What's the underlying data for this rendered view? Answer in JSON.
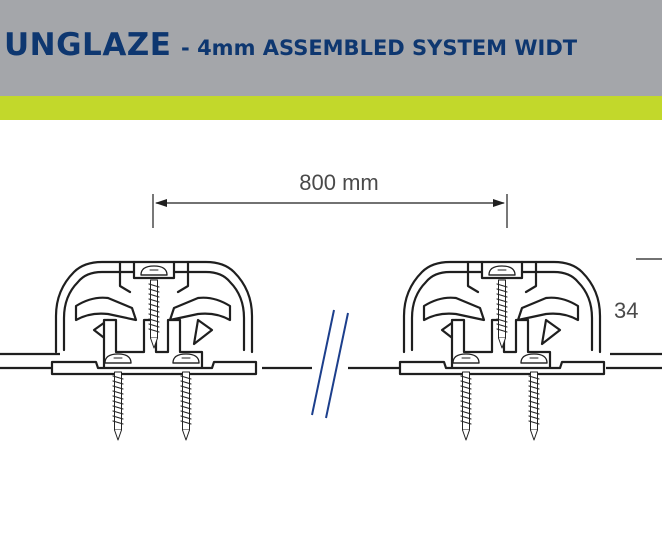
{
  "header": {
    "brand": "UNGLAZE",
    "subtitle": "- 4mm ASSEMBLED SYSTEM WIDT",
    "background_color": "#a4a6aa",
    "text_color": "#0e3770",
    "accent_color": "#c2d82b"
  },
  "diagram": {
    "width_dimension_label": "800 mm",
    "height_dimension_label": "34",
    "line_color": "#1f1f1f",
    "break_symbol_color": "#1c3f8c"
  }
}
